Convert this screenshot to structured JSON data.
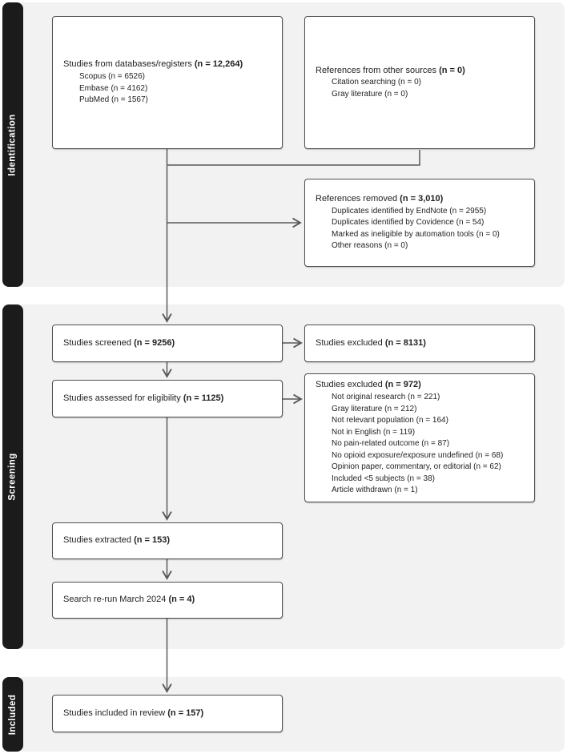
{
  "diagram_type": "PRISMA flow diagram",
  "colors": {
    "section_background": "#f2f2f2",
    "stage_bar_background": "#1b1b1b",
    "stage_label_text": "#ffffff",
    "box_background": "#ffffff",
    "box_border": "#4f4f4f",
    "arrow": "#595959",
    "text": "#1f1f1f"
  },
  "stages": [
    {
      "label": "Identification"
    },
    {
      "label": "Screening"
    },
    {
      "label": "Included"
    }
  ],
  "boxes": {
    "databases": {
      "title": "Studies from databases/registers",
      "n": "(n = 12,264)",
      "items": [
        "Scopus (n = 6526)",
        "Embase (n = 4162)",
        "PubMed (n = 1567)"
      ]
    },
    "other_sources": {
      "title": "References from other sources",
      "n": "(n = 0)",
      "items": [
        "Citation searching (n = 0)",
        "Gray literature (n = 0)"
      ]
    },
    "references_removed": {
      "title": "References removed",
      "n": "(n = 3,010)",
      "items": [
        "Duplicates identified by EndNote (n = 2955)",
        "Duplicates identified by Covidence (n = 54)",
        "Marked as ineligible by automation tools (n = 0)",
        "Other reasons (n = 0)"
      ]
    },
    "screened": {
      "title": "Studies screened",
      "n": "(n = 9256)"
    },
    "excluded_screening": {
      "title": "Studies excluded",
      "n": "(n = 8131)"
    },
    "assessed": {
      "title": "Studies assessed for eligibility",
      "n": "(n = 1125)"
    },
    "excluded_eligibility": {
      "title": "Studies excluded",
      "n": "(n = 972)",
      "items": [
        "Not original research (n = 221)",
        "Gray literature (n = 212)",
        "Not relevant population (n = 164)",
        "Not in English (n = 119)",
        "No pain-related outcome (n = 87)",
        "No opioid exposure/exposure undefined (n = 68)",
        "Opinion paper, commentary, or editorial (n = 62)",
        "Included <5 subjects (n = 38)",
        "Article withdrawn (n = 1)"
      ]
    },
    "extracted": {
      "title": "Studies extracted",
      "n": "(n = 153)"
    },
    "rerun": {
      "title": "Search re-run March 2024",
      "n": "(n = 4)"
    },
    "included": {
      "title": "Studies included in review",
      "n": "(n = 157)"
    }
  }
}
